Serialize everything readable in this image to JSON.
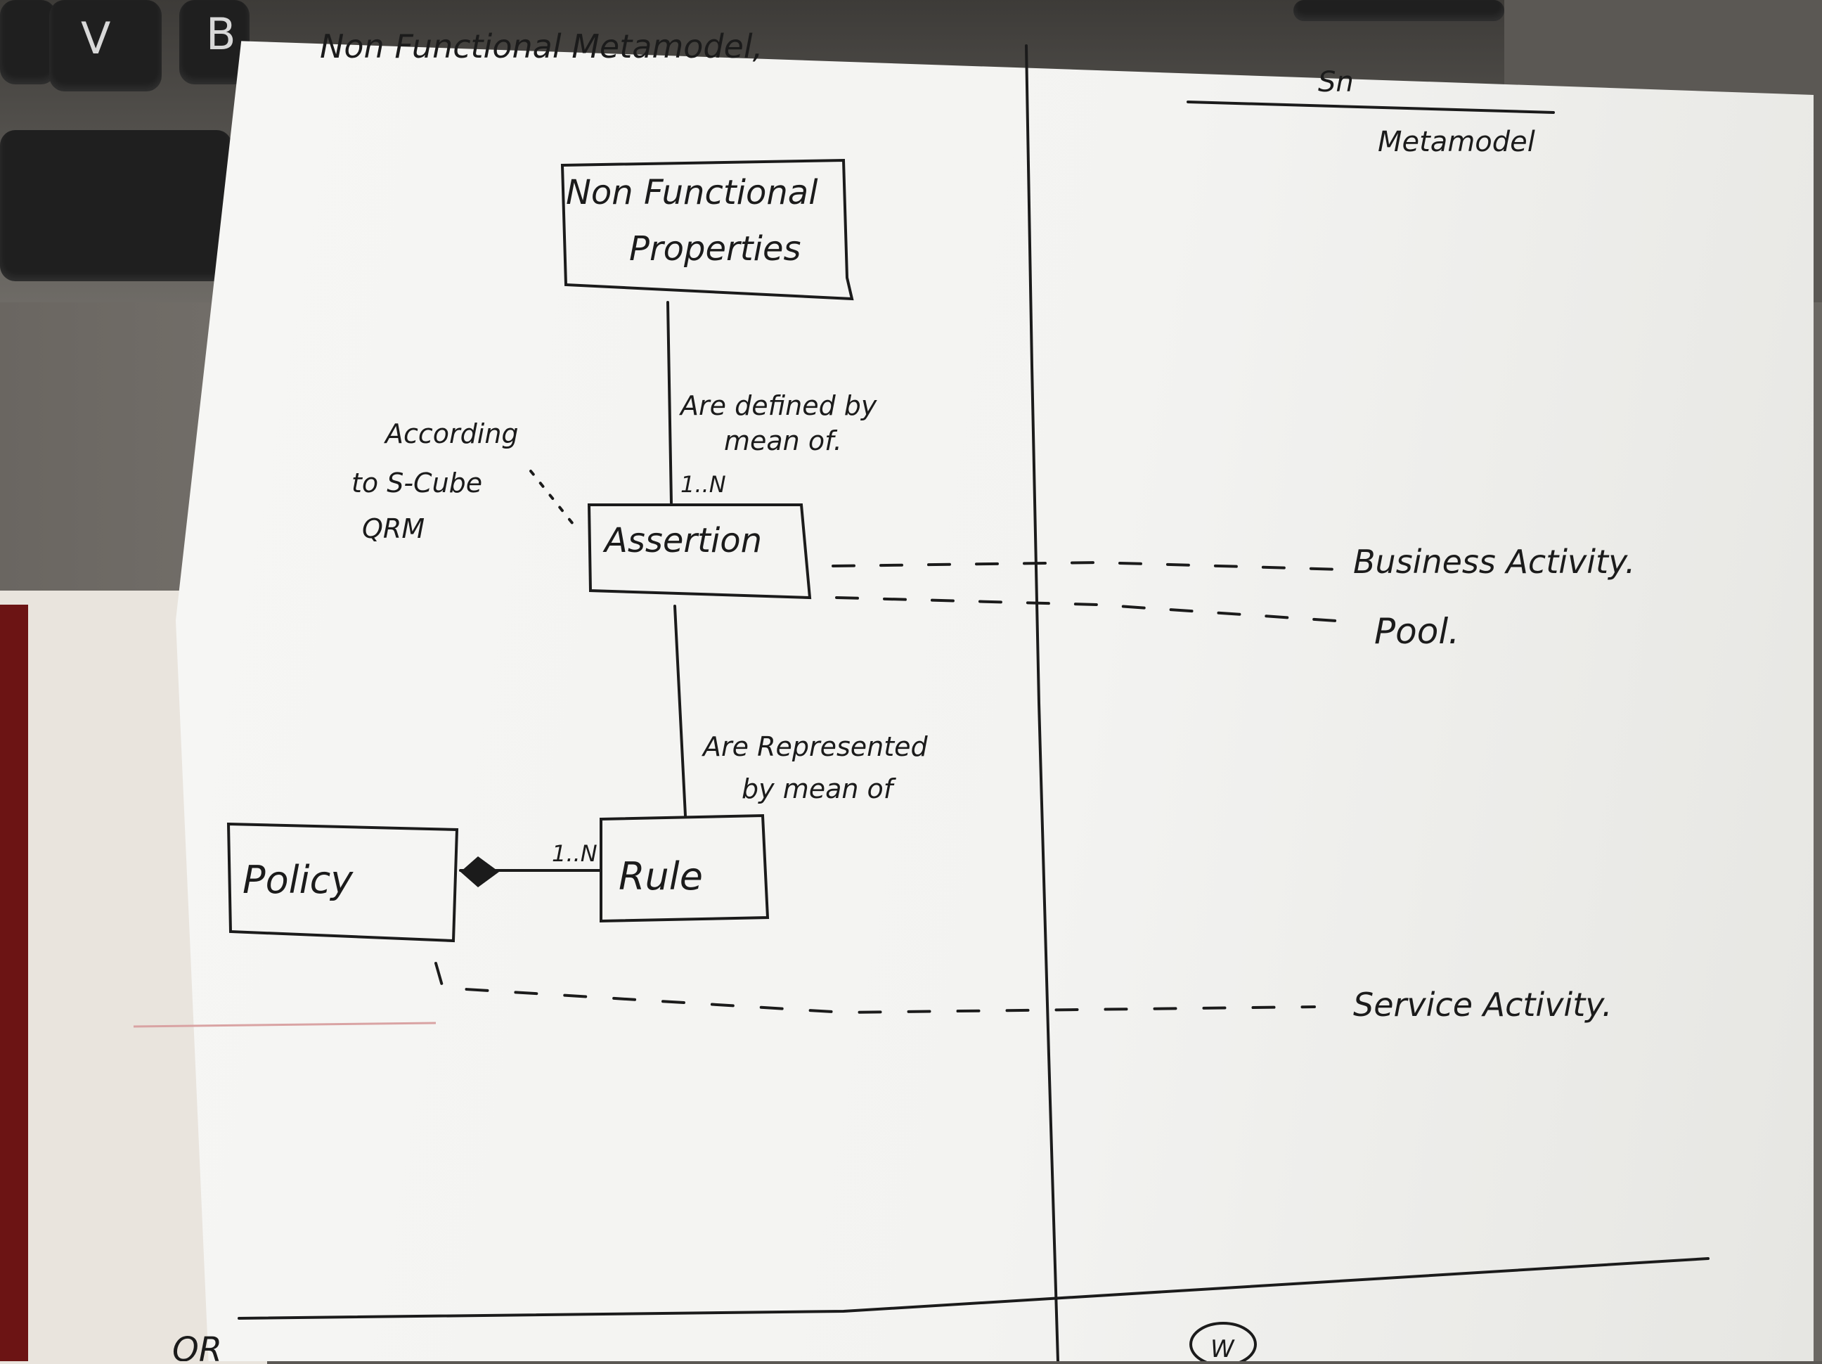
{
  "keyboard": {
    "keys": [
      "V",
      "B"
    ]
  },
  "sheet": {
    "title": "Non Functional Metamodel,",
    "corner_note": [
      "Sn",
      "Metamodel"
    ],
    "entities": {
      "nfp": [
        "Non Functional",
        "Properties"
      ],
      "assertion": "Assertion",
      "policy": "Policy",
      "rule": "Rule"
    },
    "relations": {
      "defined": [
        "Are defined by",
        "mean of."
      ],
      "represented": [
        "Are Represented",
        "by mean of"
      ],
      "mult_assertion": "1..N",
      "mult_rule": "1..N"
    },
    "annotation": [
      "According",
      "to S-Cube",
      "QRM"
    ],
    "layers": [
      "Business Activity.",
      "Pool.",
      "Service Activity."
    ],
    "bottom_marks": [
      "OR",
      "W"
    ]
  }
}
